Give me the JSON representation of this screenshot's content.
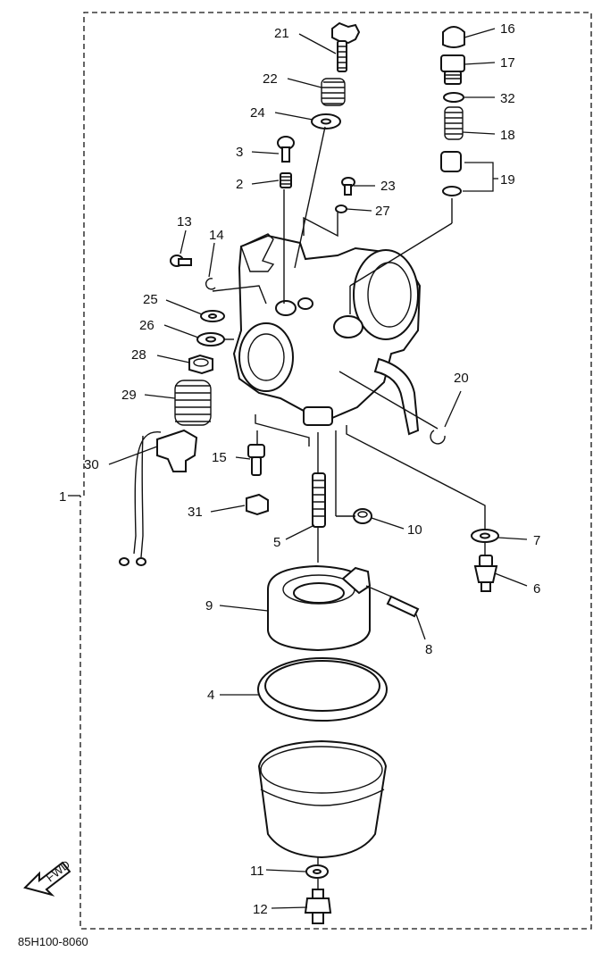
{
  "diagram_code": "85H100-8060",
  "fwd_label": "FWD",
  "parts": [
    {
      "num": "1"
    },
    {
      "num": "2"
    },
    {
      "num": "3"
    },
    {
      "num": "4"
    },
    {
      "num": "5"
    },
    {
      "num": "6"
    },
    {
      "num": "7"
    },
    {
      "num": "8"
    },
    {
      "num": "9"
    },
    {
      "num": "10"
    },
    {
      "num": "11"
    },
    {
      "num": "12"
    },
    {
      "num": "13"
    },
    {
      "num": "14"
    },
    {
      "num": "15"
    },
    {
      "num": "16"
    },
    {
      "num": "17"
    },
    {
      "num": "18"
    },
    {
      "num": "19"
    },
    {
      "num": "20"
    },
    {
      "num": "21"
    },
    {
      "num": "22"
    },
    {
      "num": "23"
    },
    {
      "num": "24"
    },
    {
      "num": "25"
    },
    {
      "num": "26"
    },
    {
      "num": "27"
    },
    {
      "num": "28"
    },
    {
      "num": "29"
    },
    {
      "num": "30"
    },
    {
      "num": "31"
    },
    {
      "num": "32"
    }
  ]
}
